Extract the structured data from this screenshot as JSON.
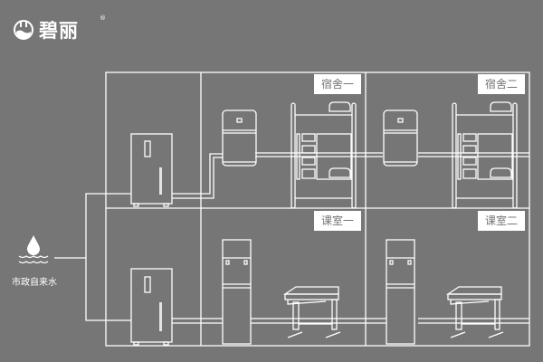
{
  "brand": {
    "name": "碧丽",
    "mark": "®"
  },
  "source": {
    "label": "市政自来水",
    "icon": "water-drop-icon"
  },
  "rooms": [
    {
      "label": "宿舍一"
    },
    {
      "label": "宿舍二"
    },
    {
      "label": "课室一"
    },
    {
      "label": "课室二"
    }
  ],
  "colors": {
    "background": "#767676",
    "line": "#ffffff"
  }
}
